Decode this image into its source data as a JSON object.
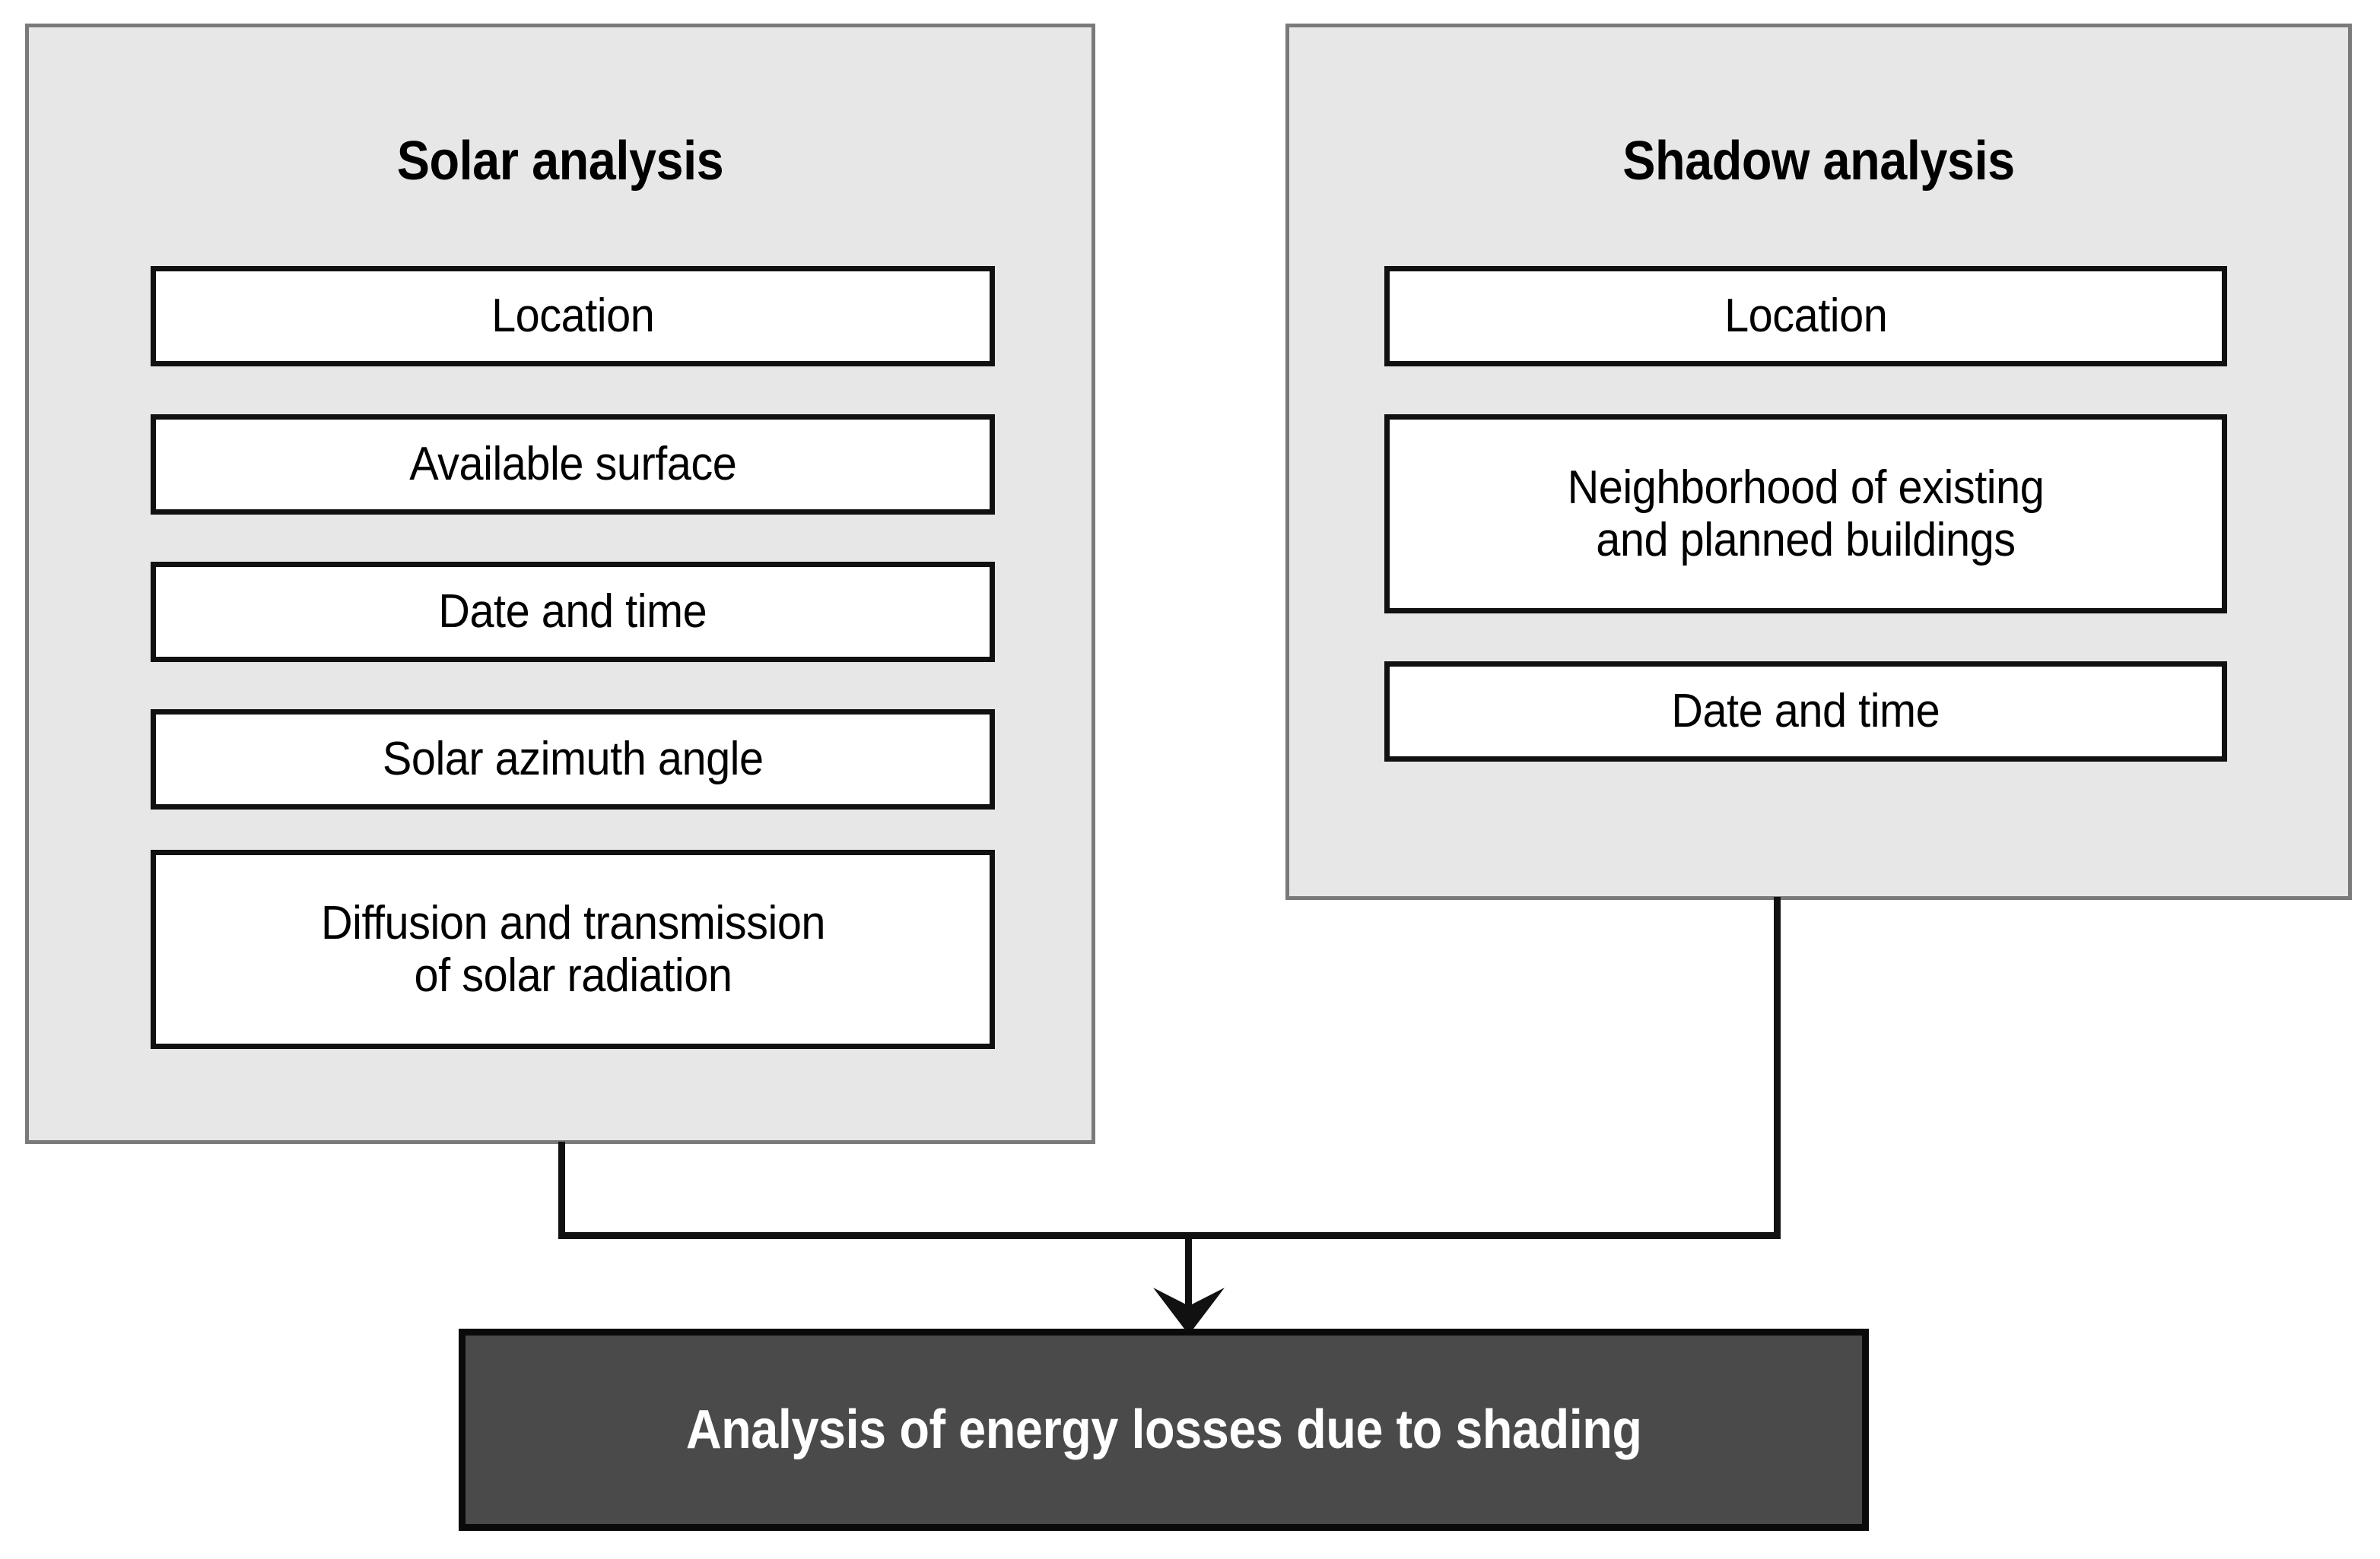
{
  "diagram": {
    "groups": [
      {
        "id": "solar-analysis",
        "title": "Solar analysis",
        "items": [
          {
            "label": "Location"
          },
          {
            "label": "Available surface"
          },
          {
            "label": "Date and time"
          },
          {
            "label": "Solar azimuth angle"
          },
          {
            "label": "Diffusion and transmission\nof solar radiation"
          }
        ]
      },
      {
        "id": "shadow-analysis",
        "title": "Shadow analysis",
        "items": [
          {
            "label": "Location"
          },
          {
            "label": "Neighborhood of existing\nand planned buildings"
          },
          {
            "label": "Date and time"
          }
        ]
      }
    ],
    "result": {
      "label": "Analysis of energy losses due to shading"
    },
    "colors": {
      "panel_background": "#e7e7e7",
      "panel_border": "#7a7a7a",
      "item_background": "#ffffff",
      "item_border": "#111111",
      "result_background": "#4a4a4a",
      "result_border": "#0a0a0a",
      "result_text": "#ffffff",
      "connector": "#111111",
      "page_background": "#ffffff"
    },
    "connectors": [
      {
        "from": "solar-analysis",
        "to": "result",
        "style": "elbow"
      },
      {
        "from": "shadow-analysis",
        "to": "result",
        "style": "elbow"
      }
    ],
    "arrow": {
      "direction": "down",
      "target": "result"
    }
  }
}
